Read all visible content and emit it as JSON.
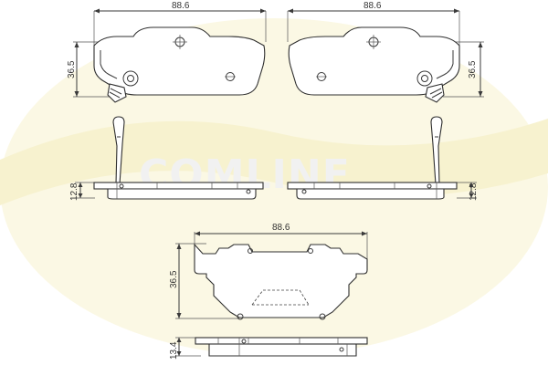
{
  "watermark": {
    "brand": "COMLINE",
    "colors": {
      "swoosh": "#f7f2cf",
      "letters": "#f1f1f1"
    }
  },
  "drawing": {
    "line_color": "#3a3a3a",
    "top_left_pad": {
      "width_label": "88.6",
      "height_label": "36.5"
    },
    "top_right_pad": {
      "width_label": "88.6",
      "height_label": "36.5"
    },
    "mid_left_profile": {
      "thickness_label": "12.8"
    },
    "mid_right_profile": {
      "thickness_label": "12.8"
    },
    "bottom_pad": {
      "width_label": "88.6",
      "height_label": "36.5"
    },
    "bottom_profile": {
      "thickness_label": "13.4"
    }
  }
}
